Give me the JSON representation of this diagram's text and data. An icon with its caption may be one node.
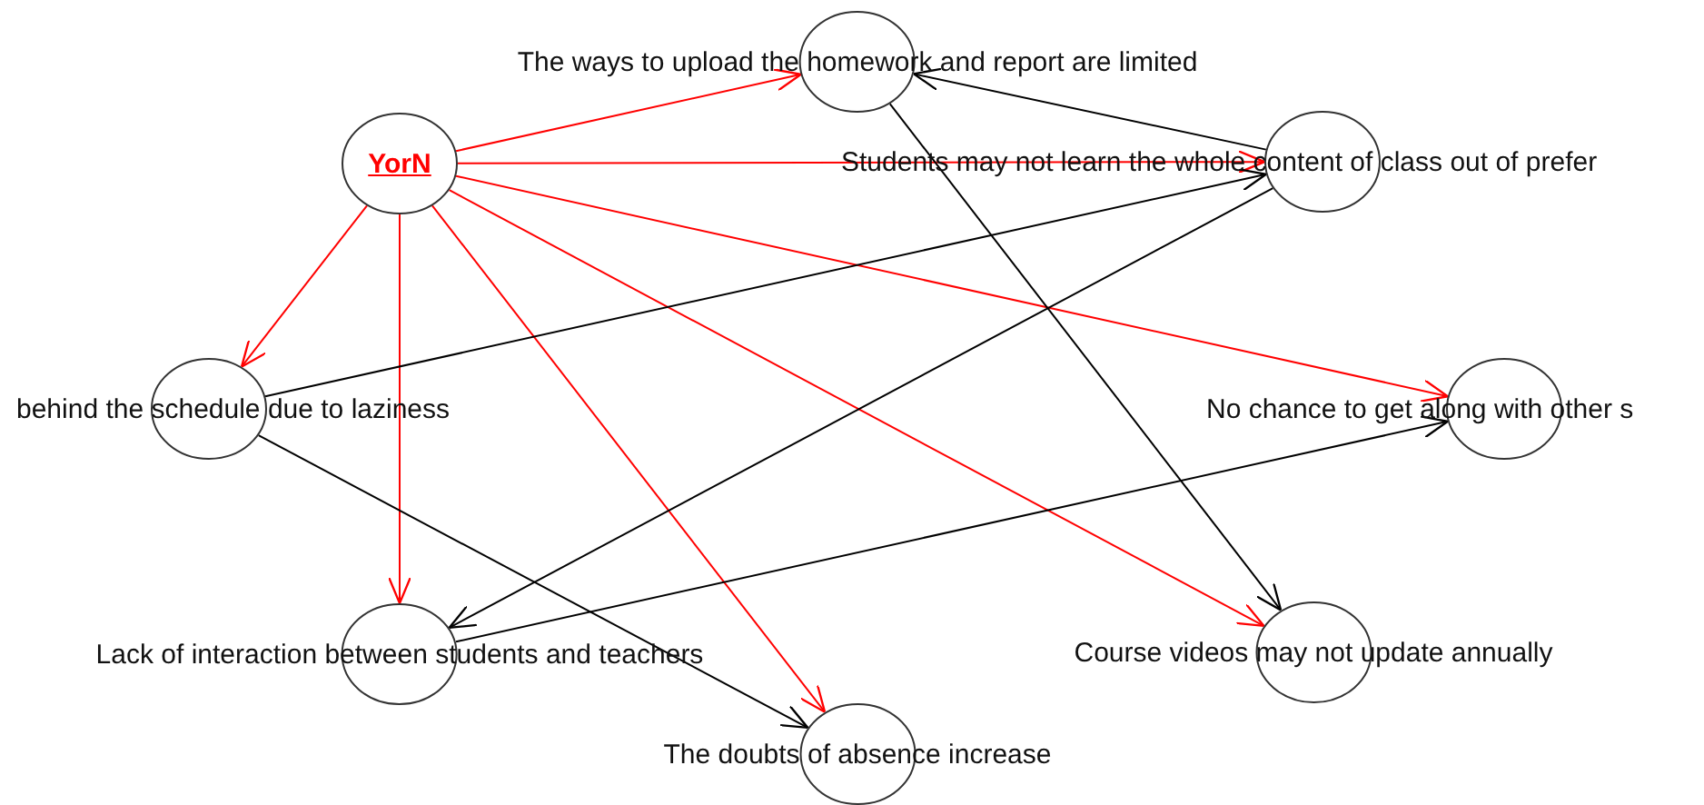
{
  "diagram": {
    "nodes": [
      {
        "text": [
          "YorN"
        ]
      },
      {
        "text": [
          "The ways to upload the homework and report are limited"
        ]
      },
      {
        "text": [
          "Students may not learn the whole content of class out of prefer"
        ]
      },
      {
        "text": [
          "behind the schedule due to laziness"
        ]
      },
      {
        "text": [
          "No chance to get along with other s"
        ]
      },
      {
        "text": [
          "Lack of interaction between students and teachers"
        ]
      },
      {
        "text": [
          "Course videos may not update annually"
        ]
      },
      {
        "text": [
          "The doubts of absence increase"
        ]
      }
    ],
    "edges": [
      {
        "from": 0,
        "to": 1,
        "arrow": "to"
      },
      {
        "from": 0,
        "to": 2,
        "arrow": "to"
      },
      {
        "from": 0,
        "to": 3,
        "arrow": "to"
      },
      {
        "from": 0,
        "to": 4,
        "arrow": "to"
      },
      {
        "from": 0,
        "to": 5,
        "arrow": "to"
      },
      {
        "from": 0,
        "to": 6,
        "arrow": "to"
      },
      {
        "from": 0,
        "to": 7,
        "arrow": "to"
      },
      {
        "from": 2,
        "to": 1,
        "arrow": "to",
        "color": "#000000"
      },
      {
        "from": 3,
        "to": 2,
        "arrow": "to",
        "color": "#000000"
      },
      {
        "from": 2,
        "to": 5,
        "arrow": "to",
        "color": "#000000"
      },
      {
        "from": 3,
        "to": 7,
        "arrow": "to",
        "color": "#000000"
      },
      {
        "from": 5,
        "to": 4,
        "arrow": "to",
        "color": "#000000"
      },
      {
        "from": 1,
        "to": 6,
        "arrow": "to",
        "color": "#000000"
      }
    ]
  }
}
